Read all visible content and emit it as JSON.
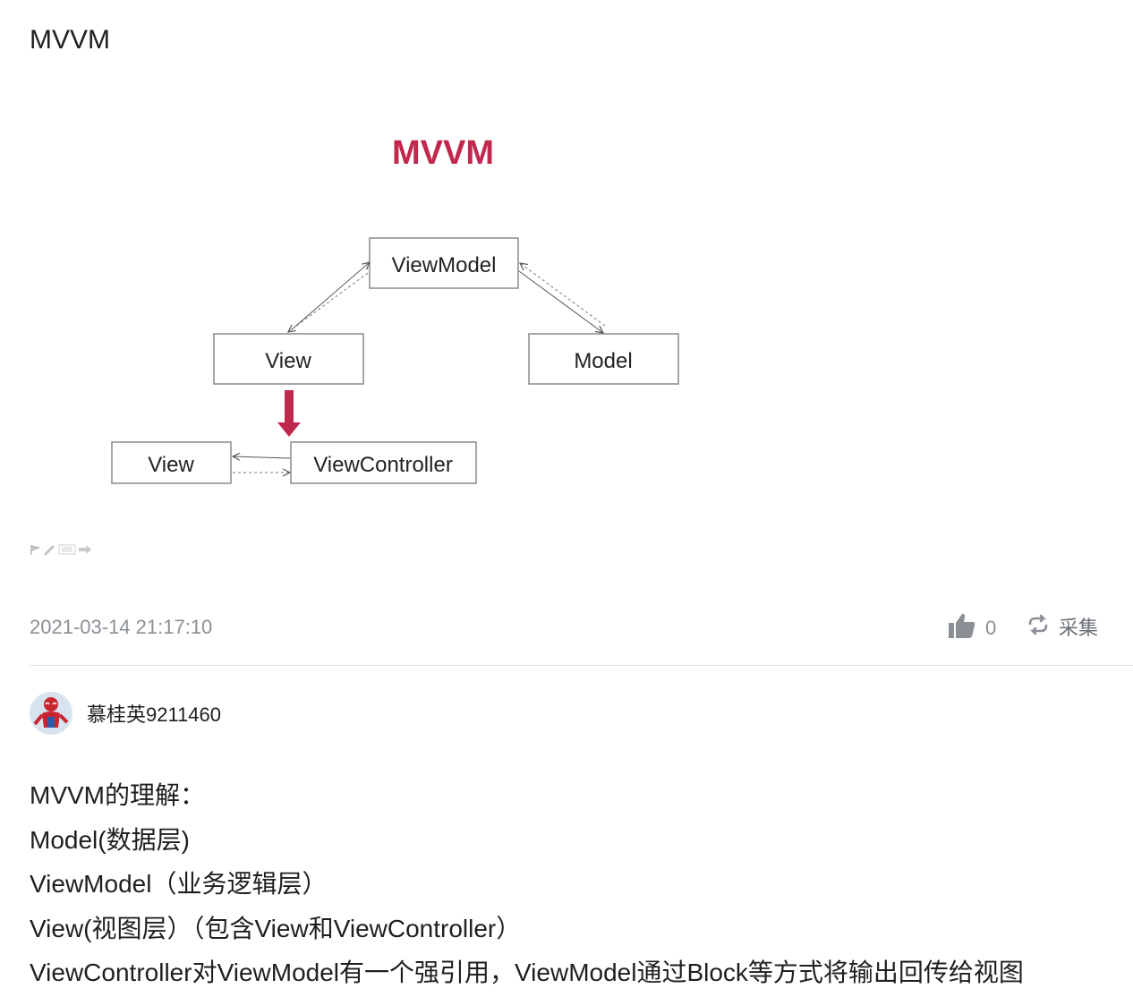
{
  "post": {
    "title": "MVVM"
  },
  "diagram": {
    "heading": "MVVM",
    "boxes": {
      "viewmodel": "ViewModel",
      "view_top": "View",
      "model": "Model",
      "view_bottom": "View",
      "viewcontroller": "ViewController"
    }
  },
  "meta": {
    "timestamp": "2021-03-14 21:17:10",
    "like_count": "0",
    "collect_label": "采集"
  },
  "author": {
    "name": "慕桂英9211460"
  },
  "content": {
    "lines": [
      "MVVM的理解：",
      "Model(数据层)",
      "ViewModel（业务逻辑层）",
      "View(视图层）（包含View和ViewController）",
      "ViewController对ViewModel有一个强引用，ViewModel通过Block等方式将输出回传给视图"
    ]
  },
  "colors": {
    "accent_red": "#c0284d",
    "meta_gray": "#8a8f96",
    "divider": "#e3e5e8"
  }
}
